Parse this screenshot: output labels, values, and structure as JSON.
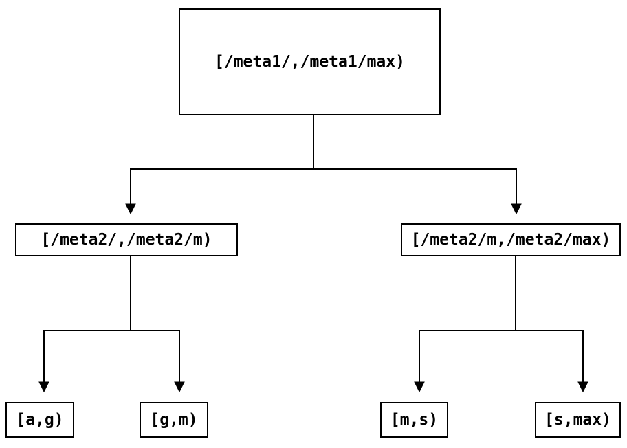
{
  "diagram": {
    "background_color": "#ffffff",
    "line_color": "#000000",
    "nodes": {
      "root": {
        "label": "[/meta1/,/meta1/max)"
      },
      "left": {
        "label": "[/meta2/,/meta2/m)"
      },
      "right": {
        "label": "[/meta2/m,/meta2/max)"
      },
      "leaf_ag": {
        "label": "[a,g)"
      },
      "leaf_gm": {
        "label": "[g,m)"
      },
      "leaf_ms": {
        "label": "[m,s)"
      },
      "leaf_smax": {
        "label": "[s,max)"
      }
    }
  }
}
